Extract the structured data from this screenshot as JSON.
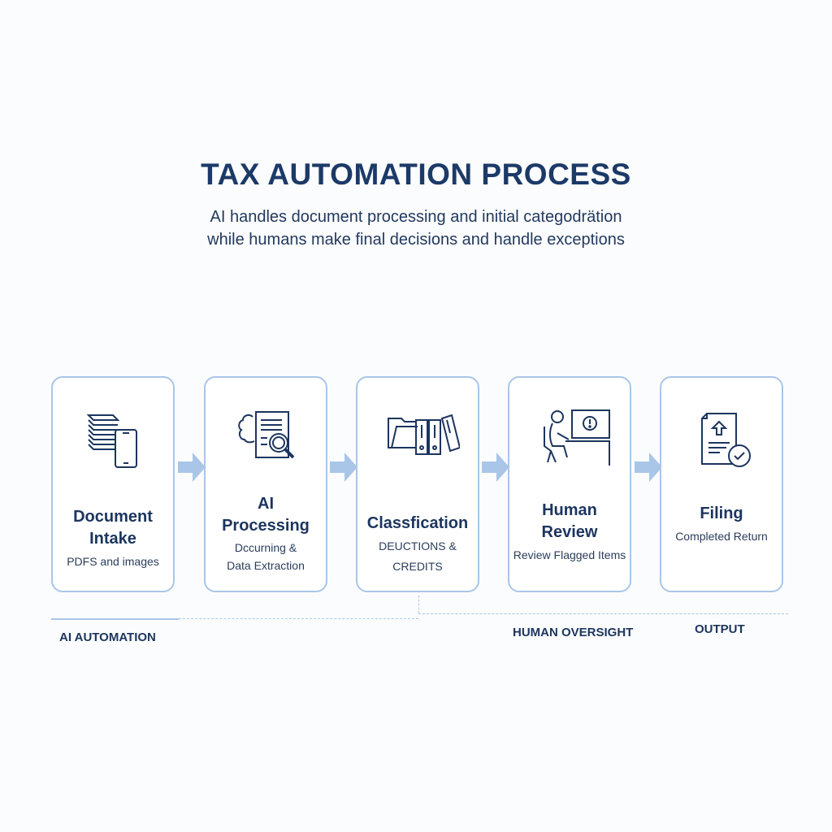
{
  "header": {
    "title": "TAX AUTOMATION PROCESS",
    "subtitle_line1": "AI handles document processing and initial categodrätion",
    "subtitle_line2": "while humans make final decisions and handle exceptions"
  },
  "steps": [
    {
      "title1": "Document",
      "title2": "Intake",
      "desc1": "PDFS and images",
      "desc2": "",
      "icon": "documents-phone-icon"
    },
    {
      "title1": "AI",
      "title2": "Processing",
      "desc1": "Dccurning &",
      "desc2": "Data Extraction",
      "icon": "brain-document-search-icon"
    },
    {
      "title1": "Classfication",
      "title2": "",
      "desc1": "DEUCTIONS &",
      "desc2": "CREDITS",
      "icon": "folder-binders-icon"
    },
    {
      "title1": "Human",
      "title2": "Review",
      "desc1": "Review Flagged Items",
      "desc2": "",
      "icon": "person-computer-alert-icon"
    },
    {
      "title1": "Filing",
      "title2": "",
      "desc1": "Completed Return",
      "desc2": "",
      "icon": "document-upload-check-icon"
    }
  ],
  "lanes": {
    "ai": "AI AUTOMATION",
    "human": "HUMAN OVERSIGHT",
    "output": "OUTPUT"
  },
  "colors": {
    "accent": "#a9c6e8",
    "text": "#1c355e"
  }
}
